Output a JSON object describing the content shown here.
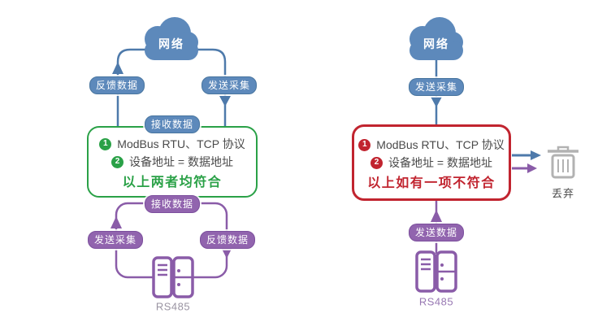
{
  "colors": {
    "blue_fill": "#5d89bb",
    "blue_line": "#4e7aab",
    "purple_line": "#8a5ca8",
    "purple_pill": "#9164ae",
    "green": "#2aa147",
    "red": "#c1242f",
    "dark_text": "#4a4a4a",
    "trash_gray": "#b2b2b2"
  },
  "icons": {
    "cloud": "cloud-icon",
    "server": "server-icon",
    "trash": "trash-icon",
    "arrows": "flow-arrow-icons"
  },
  "left": {
    "cloud_label": "网络",
    "top_loop": {
      "left_label": "反馈数据",
      "right_label": "发送采集",
      "bottom_label": "接收数据"
    },
    "box": {
      "num1": "1",
      "item1": "ModBus RTU、TCP 协议",
      "num2": "2",
      "item2": "设备地址 = 数据地址",
      "conclusion": "以上两者均符合"
    },
    "bottom_loop": {
      "top_label": "接收数据",
      "left_label": "发送采集",
      "right_label": "反馈数据"
    },
    "device_label": "RS485"
  },
  "right": {
    "cloud_label": "网络",
    "down_label": "发送采集",
    "box": {
      "num1": "1",
      "item1": "ModBus RTU、TCP 协议",
      "num2": "2",
      "item2": "设备地址 = 数据地址",
      "conclusion": "以上如有一项不符合"
    },
    "up_label": "发送数据",
    "discard_label": "丢弃",
    "device_label": "RS485"
  }
}
